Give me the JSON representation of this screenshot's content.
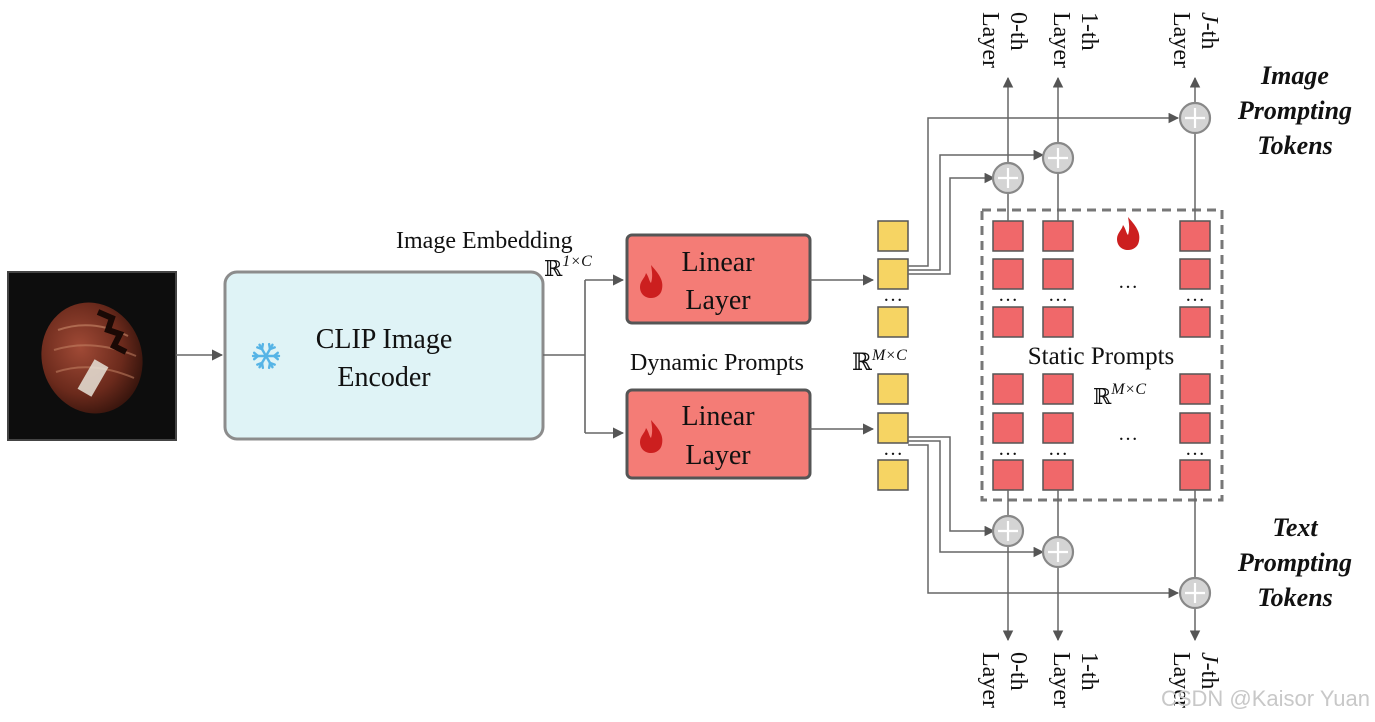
{
  "colors": {
    "encoder_fill": "#dff3f6",
    "linear_fill": "#f47c76",
    "prompt_yellow": "#f6d463",
    "prompt_red": "#f0686a",
    "ghost_grey": "#d4d4d4",
    "line": "#666666",
    "snowflake": "#56b4e6",
    "flame": "#cc1f1f"
  },
  "icons": {
    "input": "hazelnut-photo",
    "encoder": "snowflake-icon",
    "linear": "flame-icon",
    "static": "flame-icon",
    "combine": "circle-plus-icon"
  },
  "encoder": {
    "line1": "CLIP Image",
    "line2": "Encoder"
  },
  "embedding": {
    "label": "Image Embedding",
    "space": "ℝ",
    "dim": "1×C"
  },
  "linear_top": {
    "line1": "Linear",
    "line2": "Layer"
  },
  "linear_bottom": {
    "line1": "Linear",
    "line2": "Layer"
  },
  "dynamic": {
    "label": "Dynamic Prompts",
    "space": "ℝ",
    "dim": "M×C"
  },
  "static_prompts": {
    "label": "Static Prompts",
    "space": "ℝ",
    "dim": "M×C"
  },
  "dots": "…",
  "image_tokens": {
    "line1": "Image",
    "line2": "Prompting",
    "line3": "Tokens"
  },
  "text_tokens": {
    "line1": "Text",
    "line2": "Prompting",
    "line3": "Tokens"
  },
  "layers": {
    "word": "Layer",
    "layer0": "0-th",
    "layer1": "1-th",
    "layerJ_var": "J",
    "layerJ_suffix": "-th"
  },
  "watermark": "CSDN @Kaisor Yuan"
}
